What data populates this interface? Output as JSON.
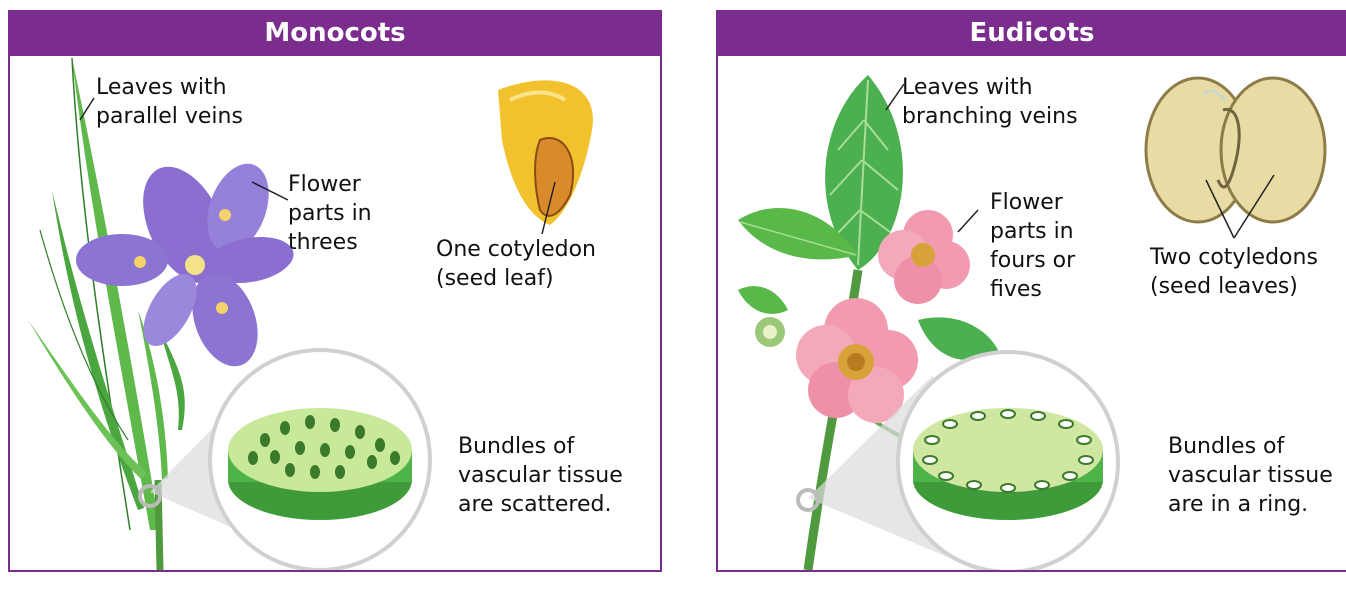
{
  "monocots": {
    "title": "Monocots",
    "leaves_label": [
      "Leaves with",
      "parallel veins"
    ],
    "flower_label": [
      "Flower",
      "parts in",
      "threes"
    ],
    "cotyledon_label": [
      "One cotyledon",
      "(seed leaf)"
    ],
    "bundles_label": [
      "Bundles of",
      "vascular tissue",
      "are scattered."
    ]
  },
  "eudicots": {
    "title": "Eudicots",
    "leaves_label": [
      "Leaves with",
      "branching veins"
    ],
    "flower_label": [
      "Flower",
      "parts in",
      "fours or",
      "fives"
    ],
    "cotyledon_label": [
      "Two cotyledons",
      "(seed leaves)"
    ],
    "bundles_label": [
      "Bundles of",
      "vascular tissue",
      "are in a ring."
    ]
  },
  "colors": {
    "header": "#7b2d8e",
    "leaf_green": "#4caf50",
    "iris_purple": "#8a6fd0",
    "pink_flower": "#f29bb0",
    "seed_yellow": "#f2c12e"
  }
}
